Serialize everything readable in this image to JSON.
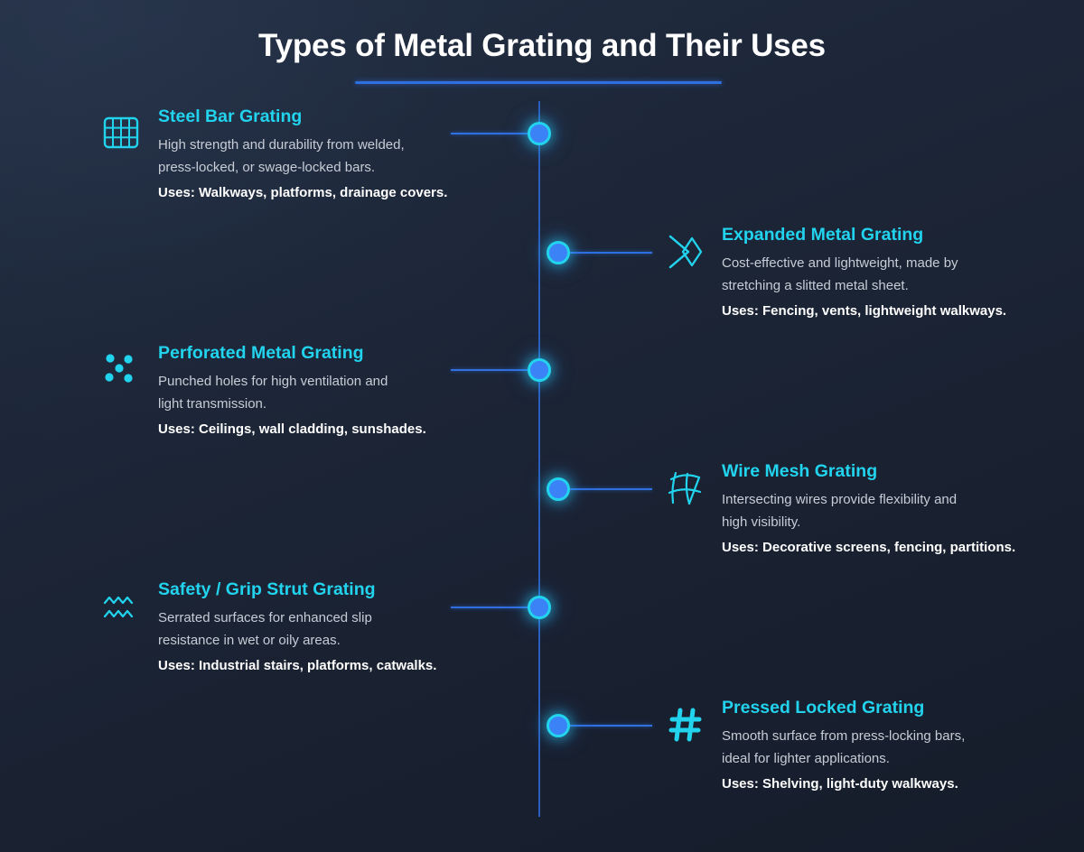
{
  "page": {
    "title": "Types of Metal Grating and Their Uses",
    "background_color": "#1c2435",
    "accent_color": "#22d3ee",
    "node_color": "#3b82f6",
    "line_color": "#2f6fe0",
    "body_text_color": "#c7cdd6",
    "uses_text_color": "#ffffff"
  },
  "items": [
    {
      "id": "steel-bar-grating",
      "side": "left",
      "icon": "grid-icon",
      "heading": "Steel Bar Grating",
      "description_lines": [
        "High strength and durability from welded,",
        "press-locked, or swage-locked bars."
      ],
      "uses": "Uses: Walkways, platforms, drainage covers."
    },
    {
      "id": "expanded-metal-grating",
      "side": "right",
      "icon": "expanded-diamond-icon",
      "heading": "Expanded Metal Grating",
      "description_lines": [
        "Cost-effective and lightweight, made by",
        "stretching a slitted metal sheet."
      ],
      "uses": "Uses: Fencing, vents, lightweight walkways."
    },
    {
      "id": "perforated-metal-grating",
      "side": "left",
      "icon": "perforated-dots-icon",
      "heading": "Perforated Metal Grating",
      "description_lines": [
        "Punched holes for high ventilation and",
        "light transmission."
      ],
      "uses": "Uses: Ceilings, wall cladding, sunshades."
    },
    {
      "id": "wire-mesh-grating",
      "side": "right",
      "icon": "wire-mesh-icon",
      "heading": "Wire Mesh Grating",
      "description_lines": [
        "Intersecting wires provide flexibility and",
        "high visibility."
      ],
      "uses": "Uses: Decorative screens, fencing, partitions."
    },
    {
      "id": "safety-grip-strut-grating",
      "side": "left",
      "icon": "zigzag-serrated-icon",
      "heading": "Safety / Grip Strut Grating",
      "description_lines": [
        "Serrated surfaces for enhanced slip",
        "resistance in wet or oily areas."
      ],
      "uses": "Uses: Industrial stairs, platforms, catwalks."
    },
    {
      "id": "pressed-locked-grating",
      "side": "right",
      "icon": "hash-icon",
      "heading": "Pressed Locked Grating",
      "description_lines": [
        "Smooth surface from press-locking bars,",
        "ideal for lighter applications."
      ],
      "uses": "Uses: Shelving, light-duty walkways."
    }
  ]
}
